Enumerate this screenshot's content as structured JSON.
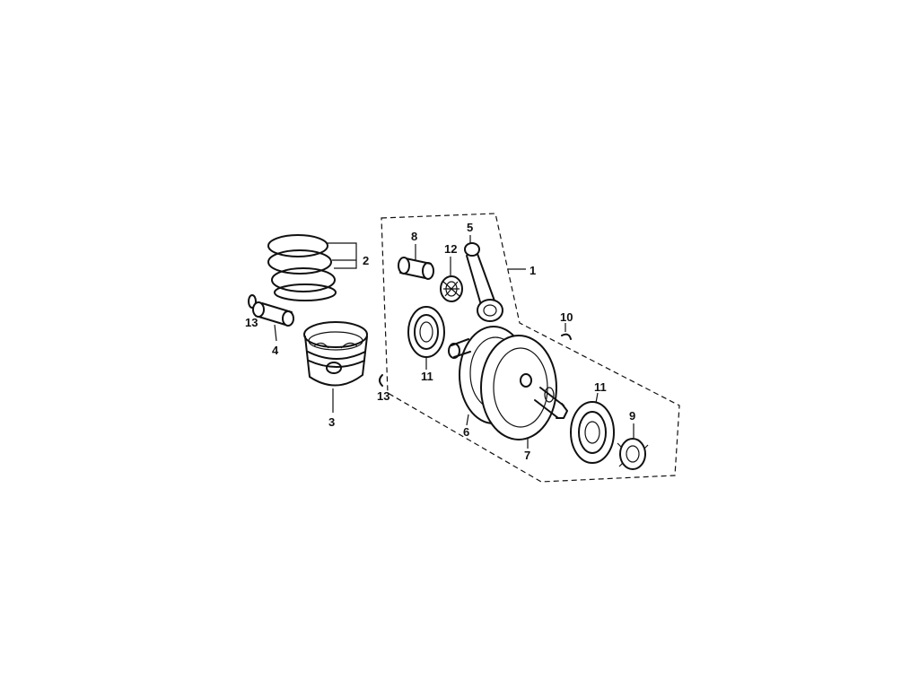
{
  "diagram": {
    "labels": {
      "assembly": "1",
      "piston_rings": "2",
      "piston": "3",
      "piston_pin": "4",
      "connecting_rod": "5",
      "crank_left": "6",
      "crank_right": "7",
      "crank_pin": "8",
      "gear_nut": "9",
      "key": "10",
      "bearing_left": "11",
      "bearing_right": "11",
      "needle_bearing": "12",
      "clip_left": "13",
      "clip_right": "13"
    }
  }
}
